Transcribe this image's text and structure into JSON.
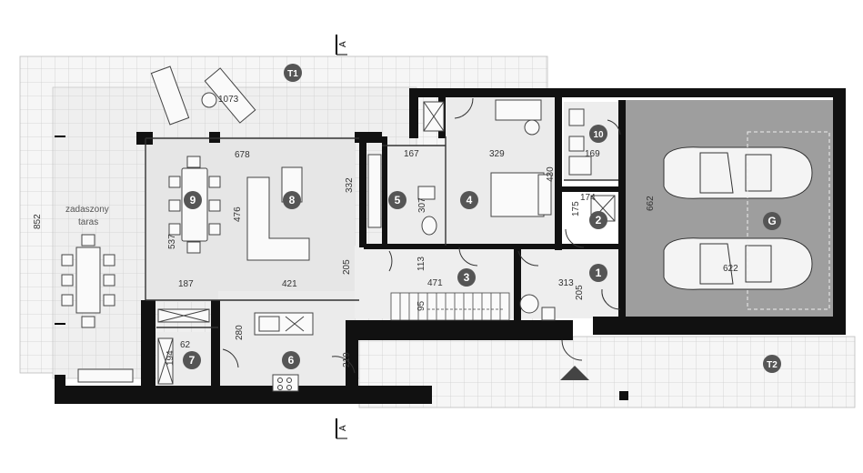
{
  "section_marker": "A",
  "terrace_labels": [
    "zadaszony",
    "taras"
  ],
  "rooms": [
    {
      "id": "r1",
      "label": "1"
    },
    {
      "id": "r2",
      "label": "2"
    },
    {
      "id": "r3",
      "label": "3"
    },
    {
      "id": "r4",
      "label": "4"
    },
    {
      "id": "r5",
      "label": "5"
    },
    {
      "id": "r6",
      "label": "6"
    },
    {
      "id": "r7",
      "label": "7"
    },
    {
      "id": "r8",
      "label": "8"
    },
    {
      "id": "r9",
      "label": "9"
    },
    {
      "id": "r10",
      "label": "10"
    },
    {
      "id": "garage",
      "label": "G"
    },
    {
      "id": "t1",
      "label": "T1"
    },
    {
      "id": "t2",
      "label": "T2"
    }
  ],
  "dimensions": {
    "d1073": "1073",
    "d678": "678",
    "d332": "332",
    "d167": "167",
    "d329": "329",
    "d169": "169",
    "d430": "430",
    "d174": "174",
    "d175": "175",
    "d662": "662",
    "d852": "852",
    "d537": "537",
    "d476": "476",
    "d307": "307",
    "d187": "187",
    "d421": "421",
    "d205a": "205",
    "d113": "113",
    "d471": "471",
    "d313": "313",
    "d205b": "205",
    "d622": "622",
    "d95": "95",
    "d62": "62",
    "d194": "194",
    "d280": "280",
    "d219": "219"
  },
  "colors": {
    "wall": "#111111",
    "floor": "#e8e8e8",
    "terrace": "#f2f2f2",
    "garage_floor": "#9a9a9a",
    "badge": "#555555",
    "grid": "#c8c8c8"
  }
}
